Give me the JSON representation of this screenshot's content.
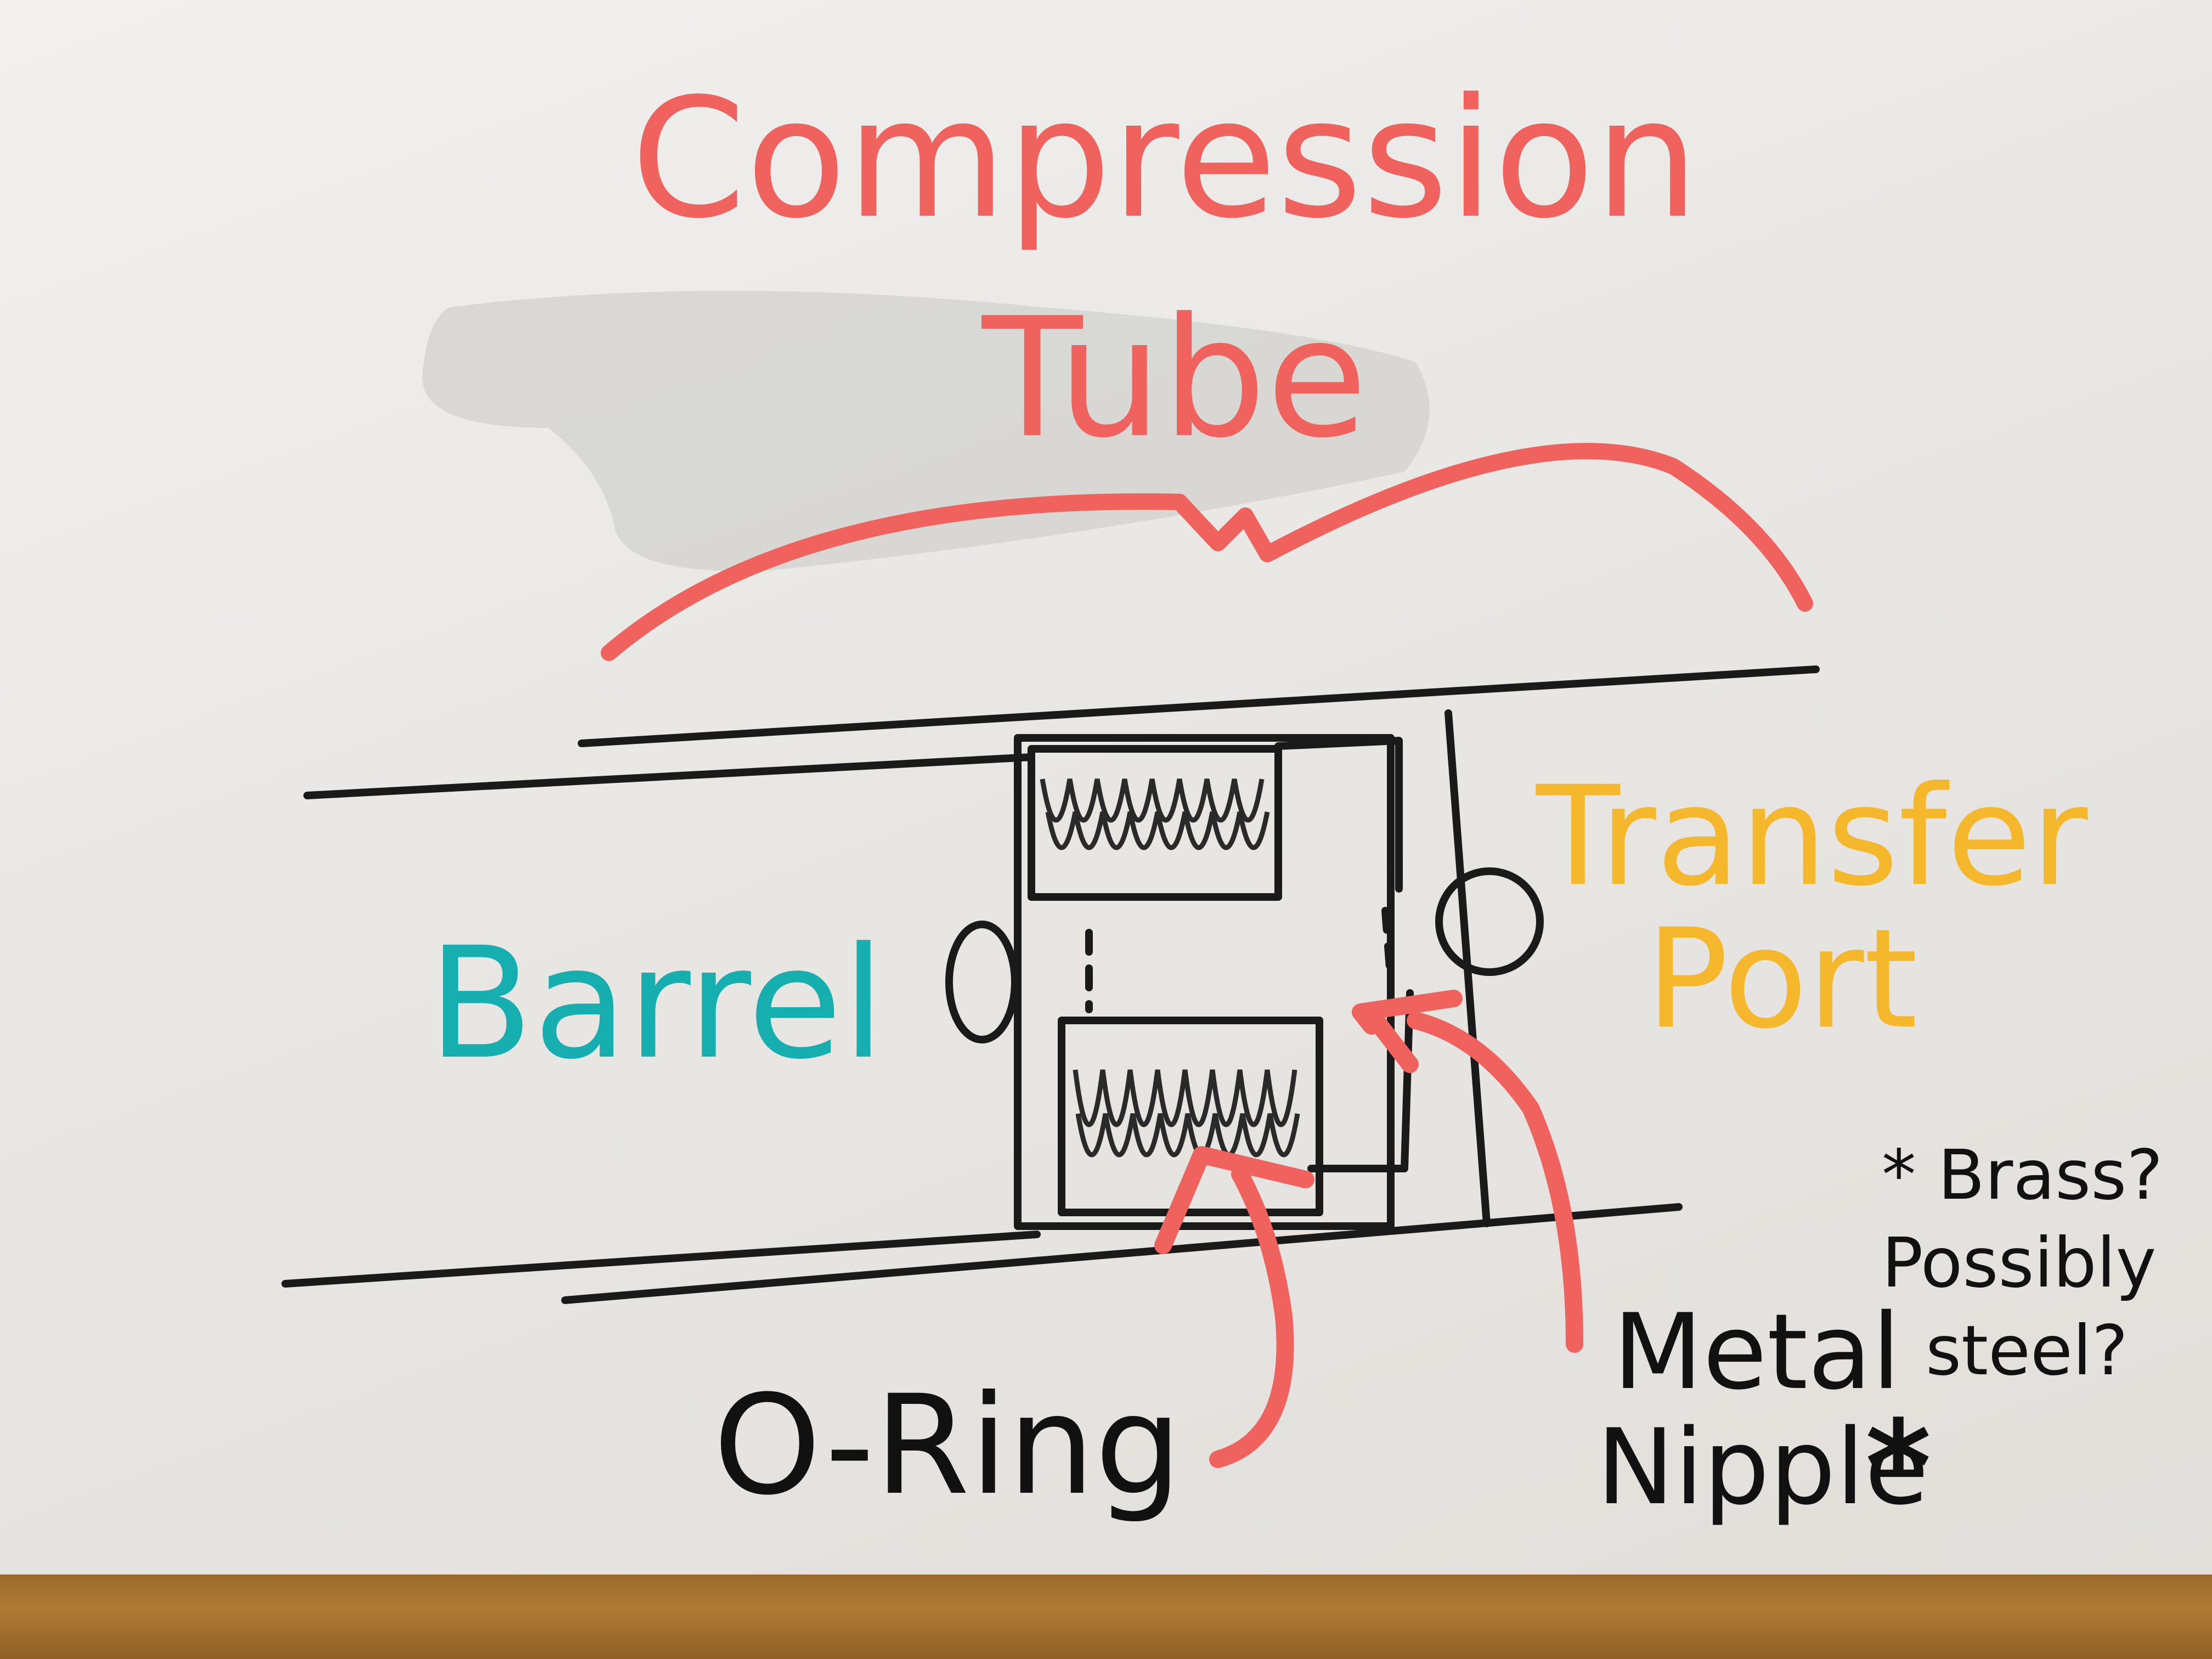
{
  "labels": {
    "compression_tube_line1": "Compression",
    "compression_tube_line2": "Tube",
    "barrel": "Barrel",
    "transfer_port_line1": "Transfer",
    "transfer_port_line2": "Port",
    "o_ring": "O-Ring",
    "metal_nipple_line1": "Metal",
    "metal_nipple_line2": "Nipple",
    "asterisk": "*",
    "note_line1": "* Brass?",
    "note_line2": "Possibly",
    "note_line3": "steel?"
  },
  "colors": {
    "compression_tube": "#f0625e",
    "barrel": "#17aeb0",
    "transfer_port": "#f5b82c",
    "arrows": "#f0625e",
    "ink": "#1a1a1a"
  }
}
